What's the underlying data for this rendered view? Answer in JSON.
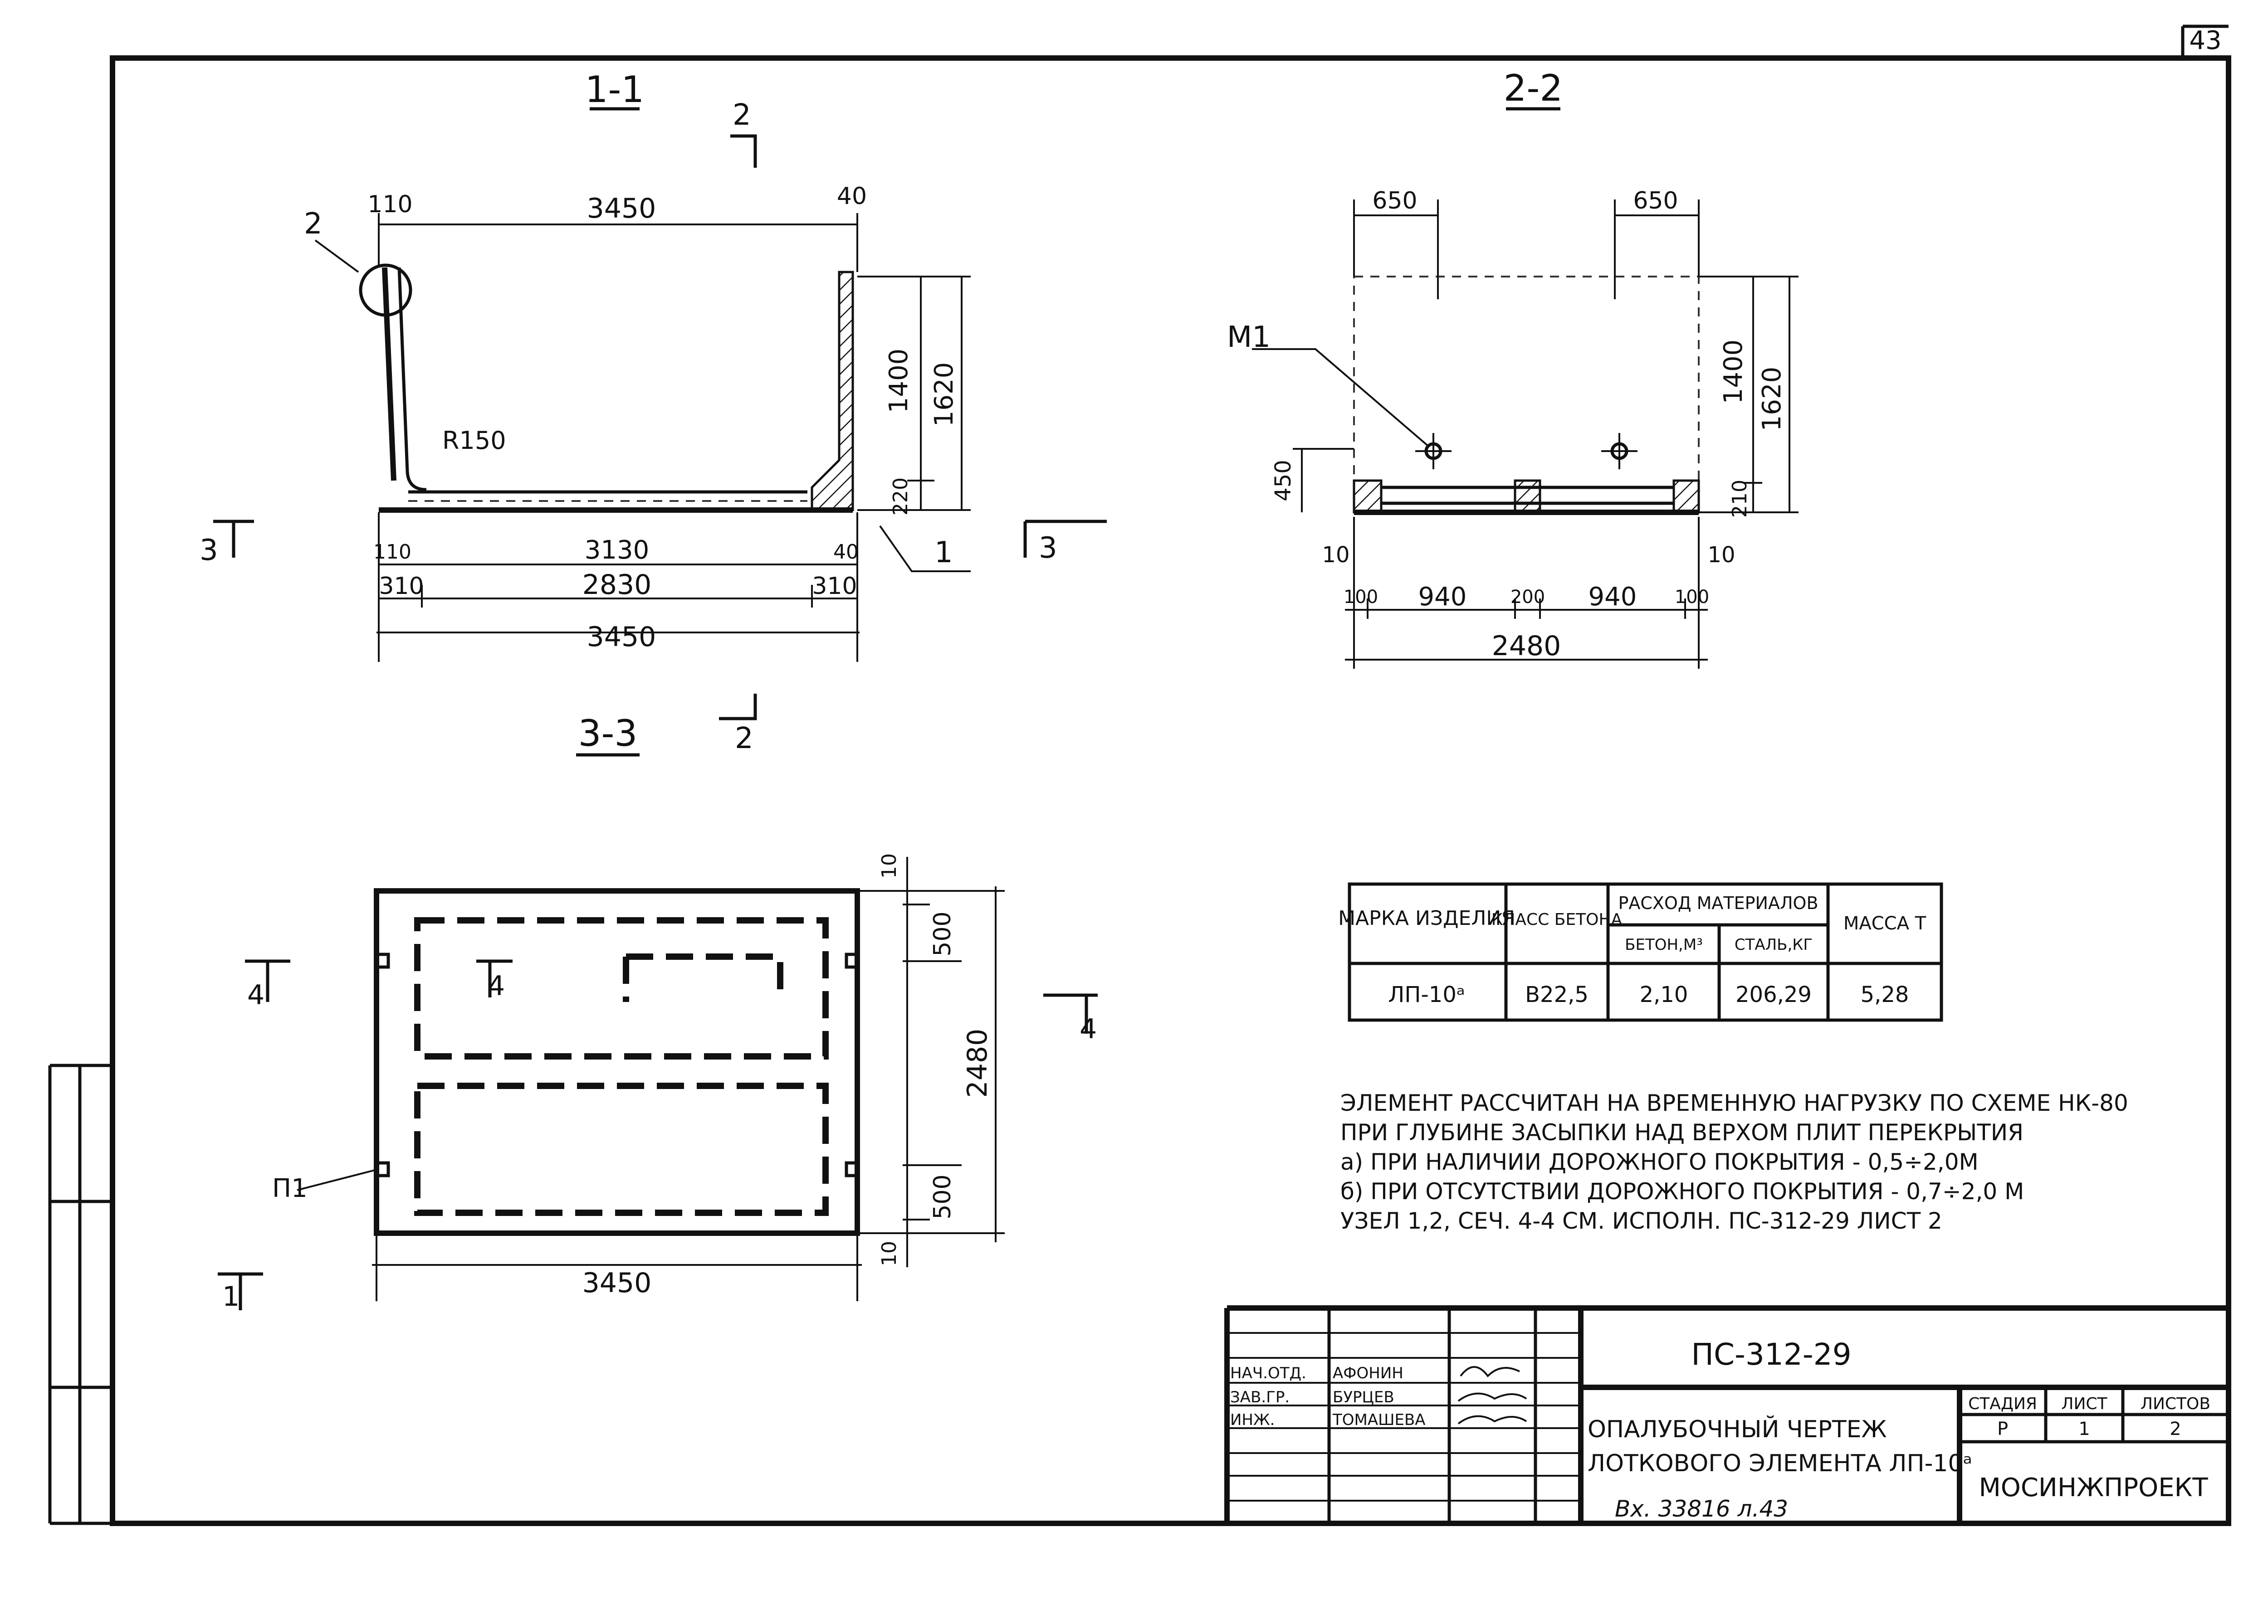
{
  "sheet": {
    "number": "43"
  },
  "section_labels": {
    "s1": "1-1",
    "s2": "2-2",
    "s3": "3-3"
  },
  "cut_marks": {
    "m1": "1",
    "m2": "2",
    "m3": "3",
    "m4": "4",
    "m2b": "2",
    "m4b": "4"
  },
  "callouts": {
    "node2": "2",
    "m1": "М1",
    "p1": "П1",
    "radius": "R150"
  },
  "section_1_1": {
    "dims": [
      "110",
      "3450",
      "40",
      "1400",
      "1620",
      "220",
      "110",
      "3130",
      "40",
      "310",
      "2830",
      "310",
      "3450"
    ]
  },
  "section_2_2": {
    "dims": [
      "650",
      "650",
      "1400",
      "1620",
      "450",
      "210",
      "10",
      "10",
      "100",
      "940",
      "200",
      "940",
      "100",
      "2480"
    ]
  },
  "plan_3_3": {
    "dims": [
      "10",
      "500",
      "2480",
      "500",
      "10",
      "3450"
    ]
  },
  "spec_table": {
    "headers": {
      "mark": "МАРКА ИЗДЕЛИЯ",
      "class": "КЛАСС БЕТОНА",
      "consumption": "РАСХОД МАТЕРИАЛОВ",
      "concrete": "БЕТОН,М³",
      "steel": "СТАЛЬ,КГ",
      "mass": "МАССА Т"
    },
    "row": {
      "mark": "ЛП-10ᵃ",
      "class": "В22,5",
      "concrete": "2,10",
      "steel": "206,29",
      "mass": "5,28"
    }
  },
  "notes": [
    "ЭЛЕМЕНТ РАССЧИТАН НА ВРЕМЕННУЮ НАГРУЗКУ ПО СХЕМЕ НК-80",
    "ПРИ ГЛУБИНЕ ЗАСЫПКИ НАД ВЕРХОМ ПЛИТ ПЕРЕКРЫТИЯ",
    "а) ПРИ НАЛИЧИИ ДОРОЖНОГО ПОКРЫТИЯ - 0,5÷2,0М",
    "б) ПРИ ОТСУТСТВИИ ДОРОЖНОГО ПОКРЫТИЯ - 0,7÷2,0 М",
    "УЗЕЛ 1,2, СЕЧ. 4-4 СМ. ИСПОЛН. ПС-312-29 ЛИСТ 2"
  ],
  "title_block": {
    "code": "ПС-312-29",
    "roles": [
      "НАЧ.ОТД.",
      "ЗАВ.ГР.",
      "ИНЖ."
    ],
    "names": [
      "АФОНИН",
      "БУРЦЕВ",
      "ТОМАШЕВА"
    ],
    "title": [
      "ОПАЛУБОЧНЫЙ ЧЕРТЕЖ",
      "ЛОТКОВОГО ЭЛЕМЕНТА ЛП-10ᵃ"
    ],
    "stage_label": "СТАДИЯ",
    "sheet_label": "ЛИСТ",
    "sheets_label": "ЛИСТОВ",
    "stage": "Р",
    "sheet": "1",
    "sheets": "2",
    "org": "МОСИНЖПРОЕКТ",
    "archive": "Вх. 33816 л.43"
  }
}
